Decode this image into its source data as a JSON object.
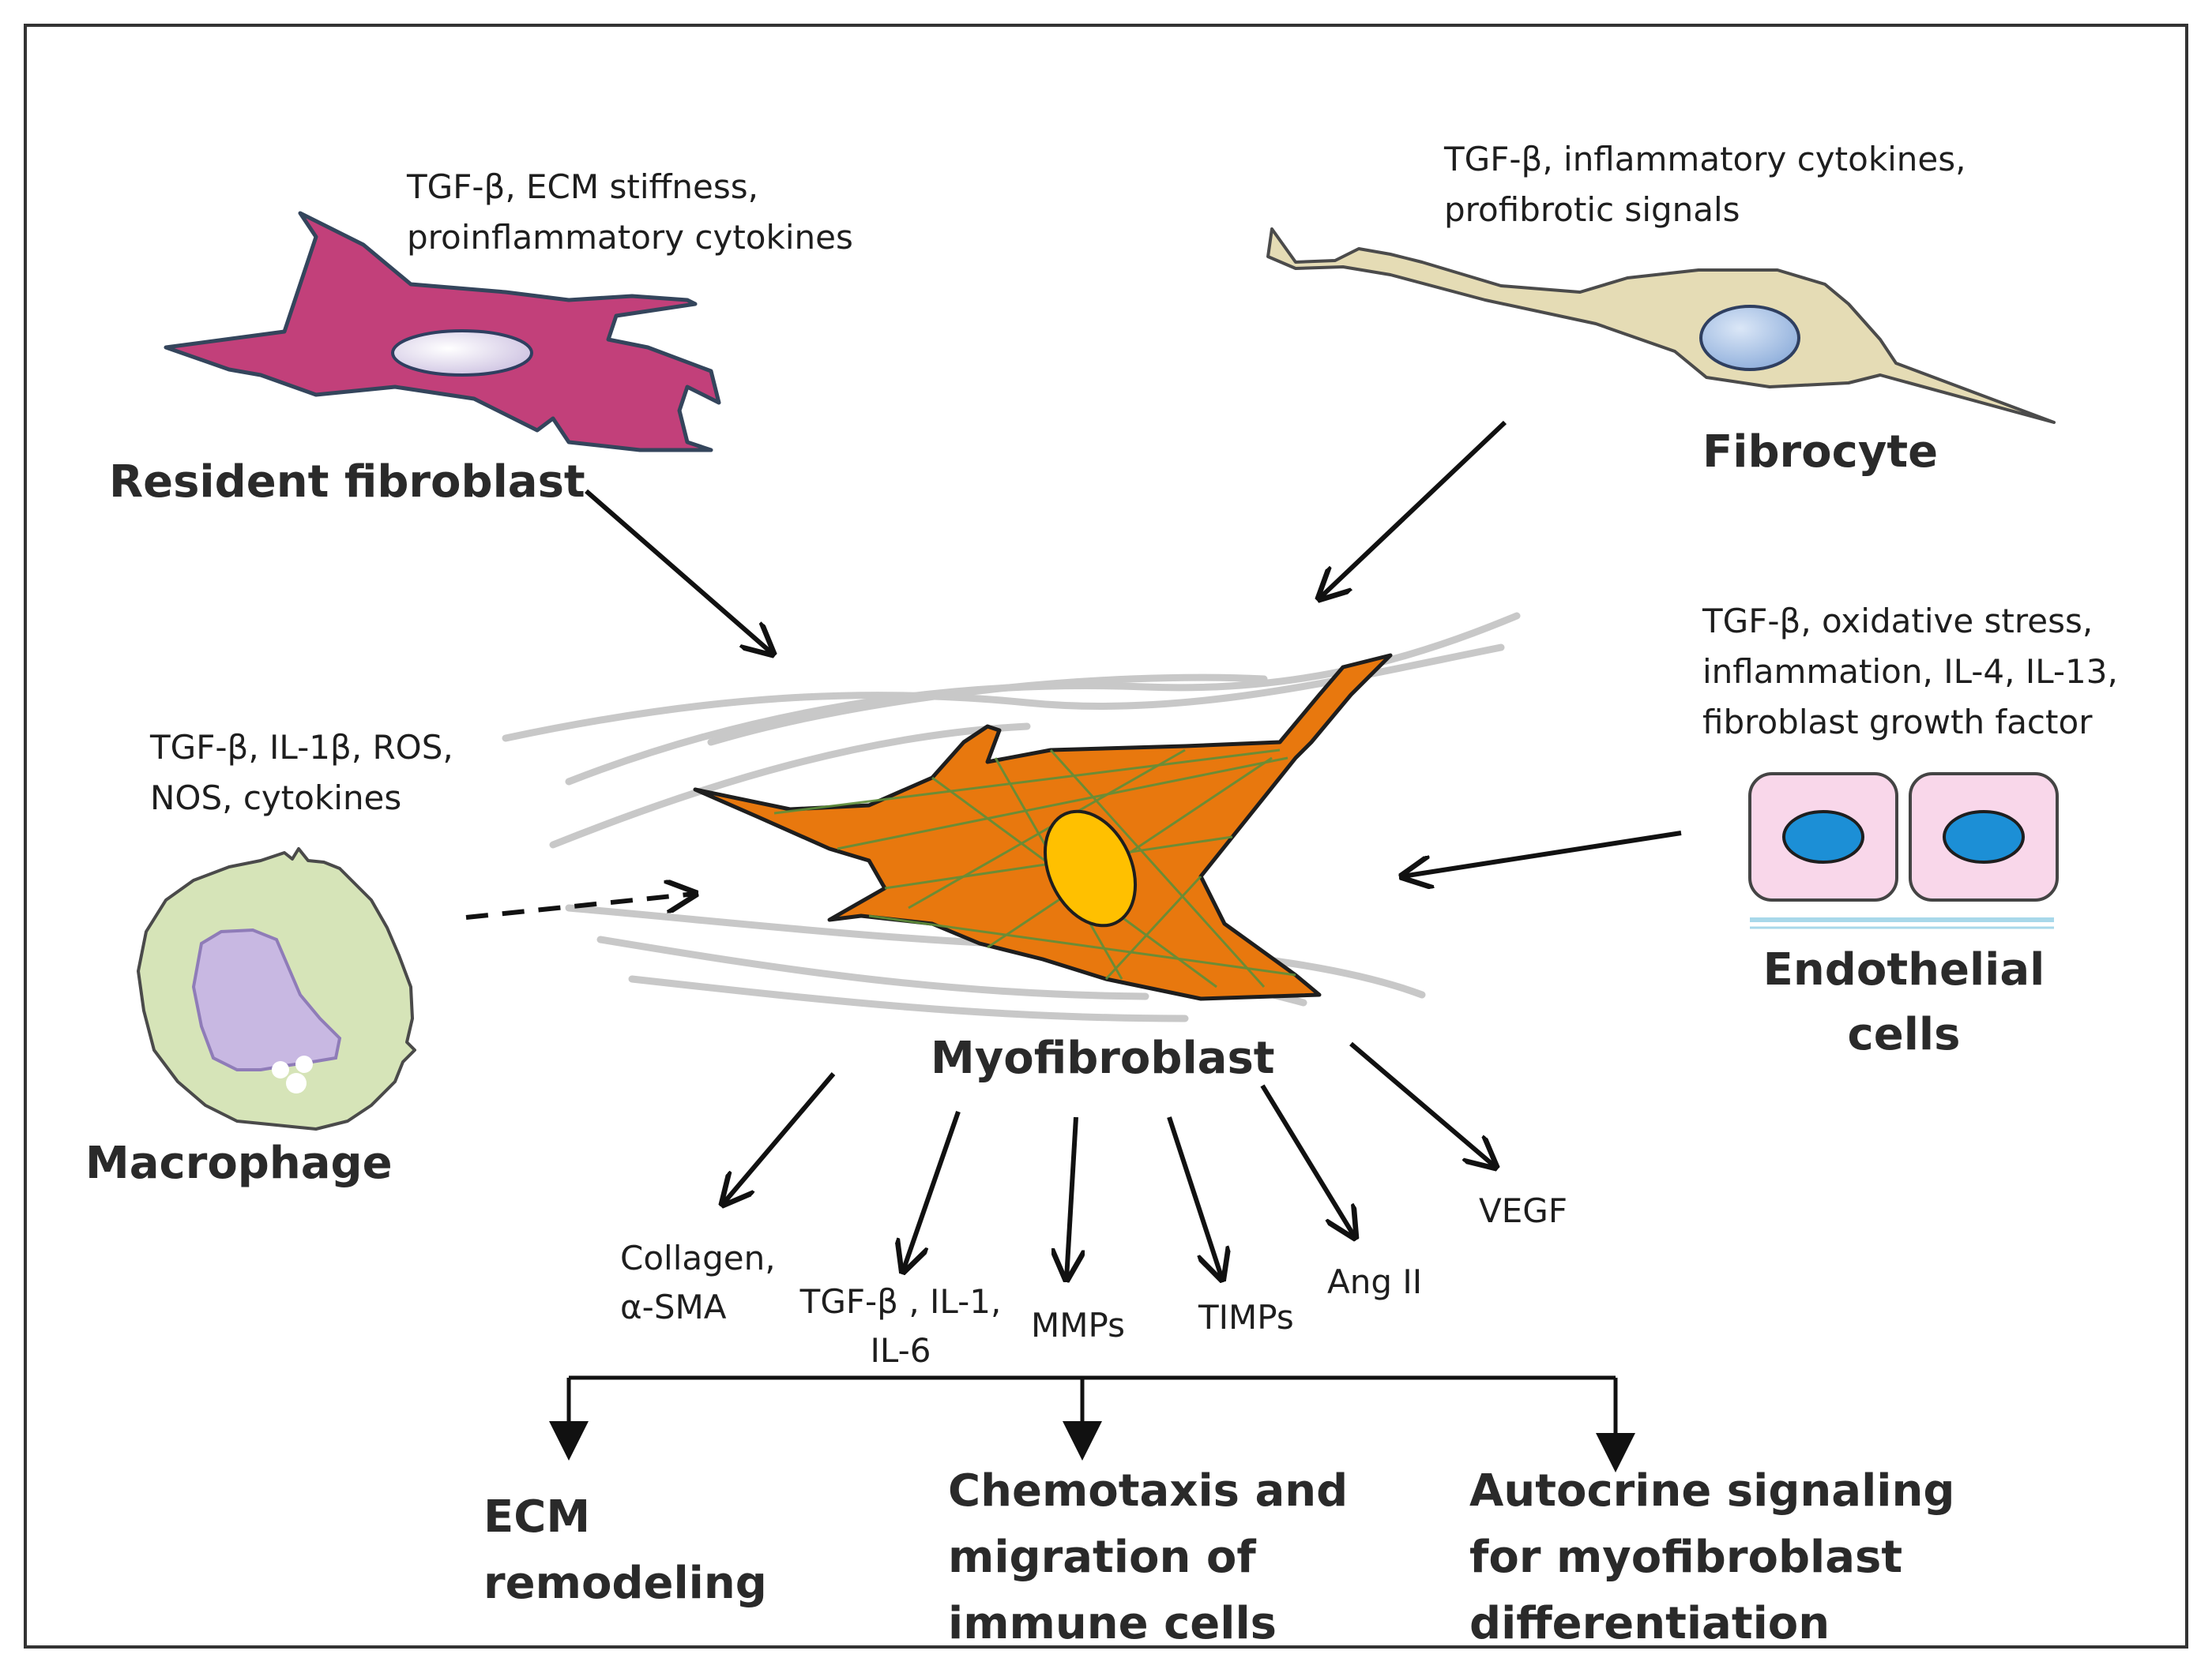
{
  "cells": {
    "resident_fibroblast": {
      "name": "Resident fibroblast",
      "signals": "TGF-β, ECM stiffness,\nproinflammatory cytokines"
    },
    "fibrocyte": {
      "name": "Fibrocyte",
      "signals": "TGF-β, inflammatory cytokines,\nprofibrotic signals"
    },
    "endothelial": {
      "name": "Endothelial\ncells",
      "signals": "TGF-β, oxidative stress,\ninflammation, IL-4, IL-13,\nfibroblast growth factor"
    },
    "macrophage": {
      "name": "Macrophage",
      "signals": "TGF-β, IL-1β, ROS,\nNOS, cytokines"
    },
    "myofibroblast": {
      "name": "Myofibroblast"
    }
  },
  "products": [
    {
      "label": "Collagen,\nα-SMA"
    },
    {
      "label": "TGF-β , IL-1,\nIL-6"
    },
    {
      "label": "MMPs"
    },
    {
      "label": "TIMPs"
    },
    {
      "label": "Ang II"
    },
    {
      "label": "VEGF"
    }
  ],
  "outcomes": [
    {
      "label": "ECM\nremodeling"
    },
    {
      "label": "Chemotaxis and\nmigration of\nimmune cells"
    },
    {
      "label": "Autocrine signaling\nfor myofibroblast\ndifferentiation"
    }
  ],
  "colors": {
    "resident_fibroblast": "#c2407a",
    "fibrocyte": "#e5dcb5",
    "myofibroblast": "#e8780e",
    "myofibroblast_nucleus": "#ffc000",
    "endothelial_cell": "#f9d7ea",
    "endothelial_nucleus": "#1c8fd6",
    "macrophage": "#d6e4b8",
    "macrophage_nucleus": "#c8b8e2",
    "ecm_fibers": "#c8c8c8",
    "actin_fibers": "#5f8f3a"
  }
}
